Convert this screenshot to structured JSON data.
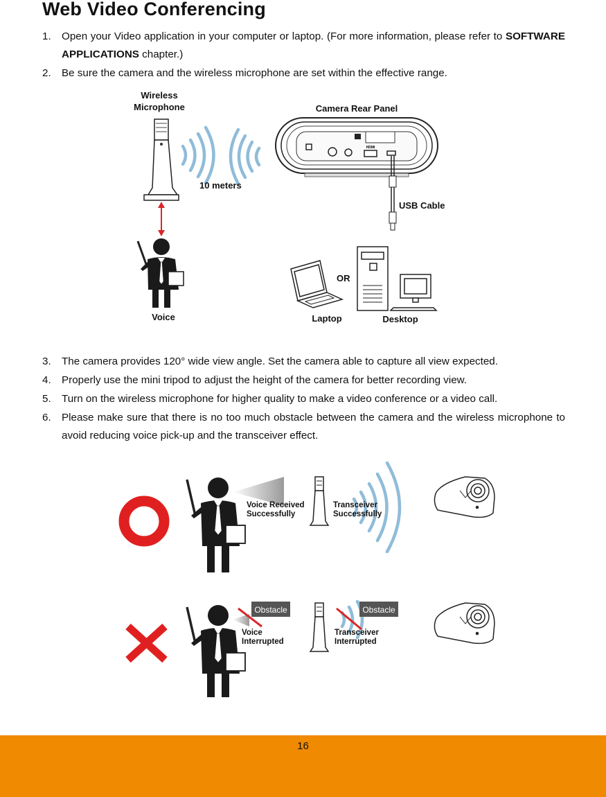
{
  "title": "Web Video Conferencing",
  "steps_top": [
    {
      "num": "1.",
      "text_a": "Open your Video application in your computer or laptop. (For more information, please refer to ",
      "bold": "SOFTWARE APPLICATIONS",
      "text_b": " chapter.)"
    },
    {
      "num": "2.",
      "text": "Be sure the camera and the wireless microphone are set within the effective range."
    }
  ],
  "figure1": {
    "wireless_microphone": [
      "Wireless",
      "Microphone"
    ],
    "camera_rear_panel": "Camera Rear Panel",
    "distance": "10 meters",
    "usb_cable": "USB Cable",
    "voice": "Voice",
    "or": "OR",
    "laptop": "Laptop",
    "desktop": "Desktop",
    "hdmi": "HDMI"
  },
  "steps_bottom": [
    {
      "num": "3.",
      "text": "The camera provides 120° wide view angle. Set the camera able to capture all view expected."
    },
    {
      "num": "4.",
      "text": "Properly use the mini tripod to adjust the height of the camera for better recording view."
    },
    {
      "num": "5.",
      "text": "Turn on the wireless microphone for higher quality to make a video conference or a video call."
    },
    {
      "num": "6.",
      "text": "Please make sure that there is no too much obstacle between the camera and the wireless microphone to avoid reducing voice pick-up and the transceiver effect."
    }
  ],
  "figure2": {
    "voice_received": [
      "Voice Received",
      "Successfully"
    ],
    "transceiver_ok": [
      "Transceiver",
      "Successfully"
    ],
    "obstacle": "Obstacle",
    "voice_interrupted": [
      "Voice",
      "Interrupted"
    ],
    "transceiver_interrupted": [
      "Transceiver",
      "Interrupted"
    ]
  },
  "colors": {
    "accent": "#f08a00",
    "wave": "#8fbcd9",
    "arrow_red": "#d9262b",
    "good_red": "#e02020"
  },
  "page_number": "16"
}
